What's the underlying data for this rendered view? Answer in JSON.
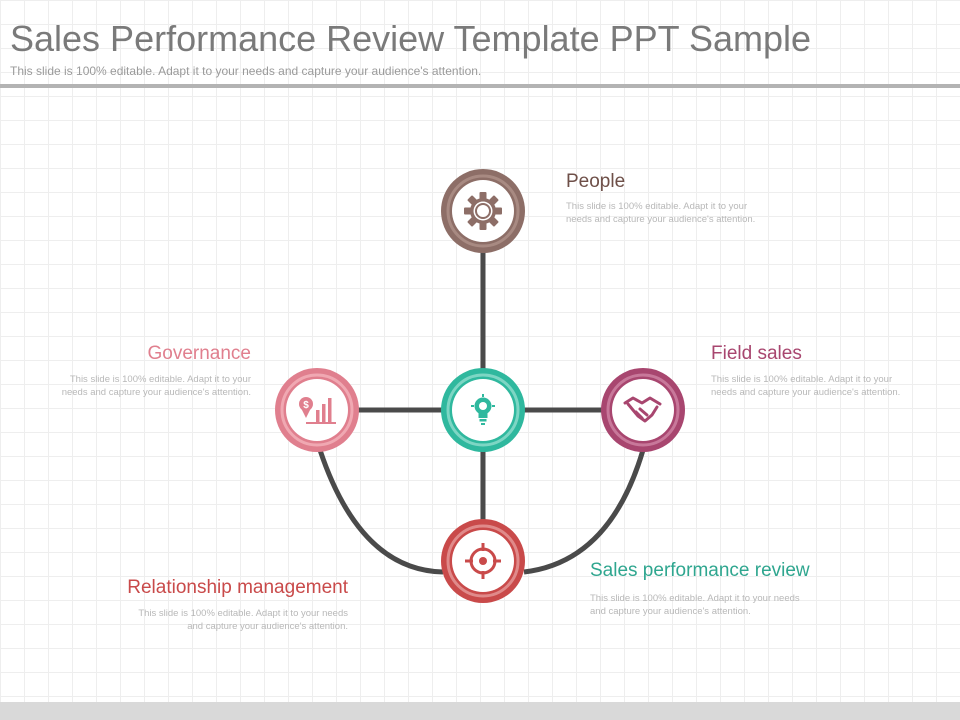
{
  "header": {
    "title": "Sales Performance Review Template PPT Sample",
    "subtitle": "This slide is 100% editable. Adapt it to your needs and capture your audience's attention."
  },
  "colors": {
    "people": "#8d6e67",
    "governance": "#e07f8e",
    "field_sales": "#a8466f",
    "center": "#2fb89e",
    "relationship": "#c94a4a",
    "connector": "#4a4a4a"
  },
  "nodes": {
    "people": {
      "label": "People",
      "desc_line1": "This slide is 100% editable.  Adapt it to your",
      "desc_line2": "needs and capture your audience's attention.",
      "icon": "gear-icon"
    },
    "governance": {
      "label": "Governance",
      "desc_line1": "This slide is 100% editable.  Adapt it to your",
      "desc_line2": "needs and capture your audience's attention.",
      "icon": "bar-chart-dollar-icon"
    },
    "field_sales": {
      "label": "Field sales",
      "desc_line1": "This slide is 100% editable.  Adapt it to your",
      "desc_line2": "needs and capture your audience's attention.",
      "icon": "handshake-icon"
    },
    "center": {
      "icon": "lightbulb-gear-icon"
    },
    "relationship": {
      "label": "Relationship management",
      "desc_line1": "This slide is 100% editable.  Adapt it to your needs",
      "desc_line2": "and capture your audience's attention.",
      "icon": "target-icon"
    },
    "sales_review": {
      "label": "Sales performance  review",
      "desc_line1": "This slide is 100% editable.  Adapt it to your needs",
      "desc_line2": "and capture your audience's attention."
    }
  }
}
